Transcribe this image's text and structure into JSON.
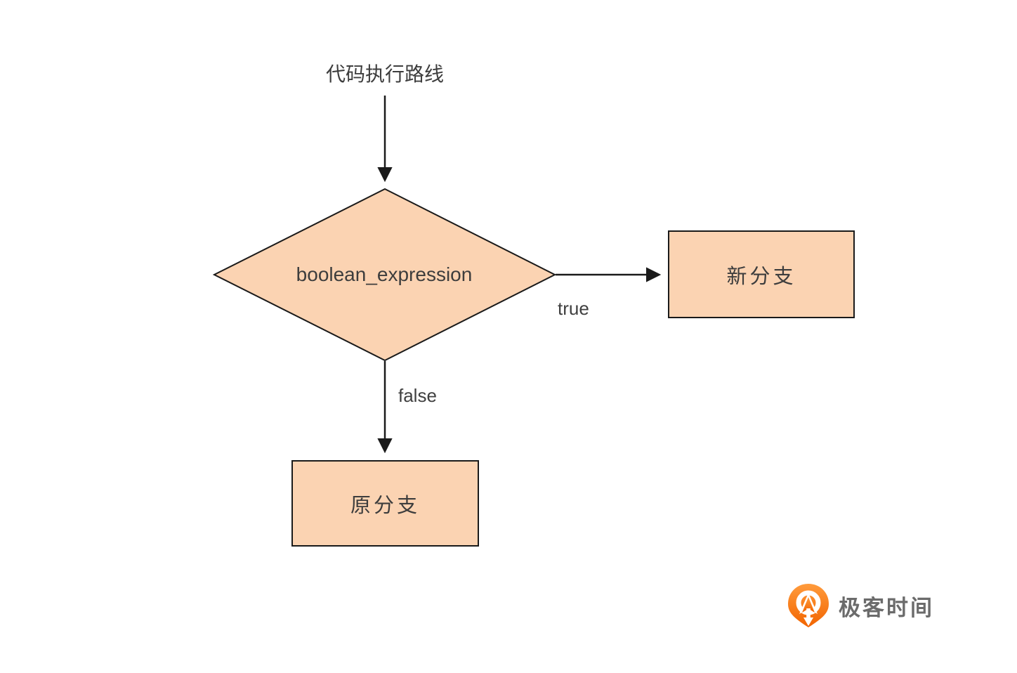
{
  "diagram": {
    "title": "代码执行路线",
    "decision": {
      "label": "boolean_expression",
      "shape": "diamond"
    },
    "edges": {
      "true_label": "true",
      "false_label": "false"
    },
    "nodes": {
      "new_branch": "新分支",
      "original_branch": "原分支"
    },
    "colors": {
      "node_fill": "#FBD3B2",
      "node_border": "#1A1A1A",
      "arrow": "#1A1A1A",
      "text": "#3D3D3D"
    }
  },
  "brand": {
    "logo_text": "极客时间",
    "logo_icon": "geektime-pin-icon",
    "logo_icon_color_top": "#FF9B3C",
    "logo_icon_color_bottom": "#F26400",
    "logo_text_color": "#6B6B6B"
  }
}
